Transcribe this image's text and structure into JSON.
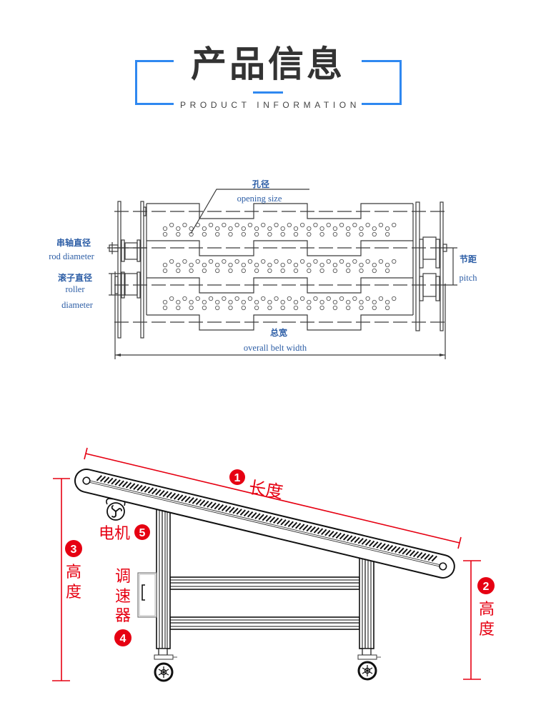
{
  "header": {
    "title": "产品信息",
    "subtitle": "PRODUCT INFORMATION",
    "accent_color": "#2f88f0"
  },
  "belt_diagram": {
    "label_color": "#2d5ea6",
    "opening_size": {
      "zh": "孔径",
      "en": "opening size"
    },
    "rod_diameter": {
      "zh": "串轴直径",
      "en": "rod diameter"
    },
    "roller_diameter": {
      "zh": "滚子直径",
      "en_line1": "roller",
      "en_line2": "diameter"
    },
    "pitch": {
      "zh": "节距",
      "en": "pitch"
    },
    "overall_width": {
      "zh": "总宽",
      "en": "overall belt width"
    }
  },
  "conveyor_diagram": {
    "annotation_color": "#e60012",
    "length": {
      "number": "1",
      "label": "长度"
    },
    "height_right": {
      "number": "2",
      "label_chars": [
        "高",
        "度"
      ]
    },
    "height_left": {
      "number": "3",
      "label_chars": [
        "高",
        "度"
      ]
    },
    "speed_controller": {
      "number": "4",
      "label_chars": [
        "调",
        "速",
        "器"
      ]
    },
    "motor": {
      "number": "5",
      "label": "电机"
    }
  }
}
